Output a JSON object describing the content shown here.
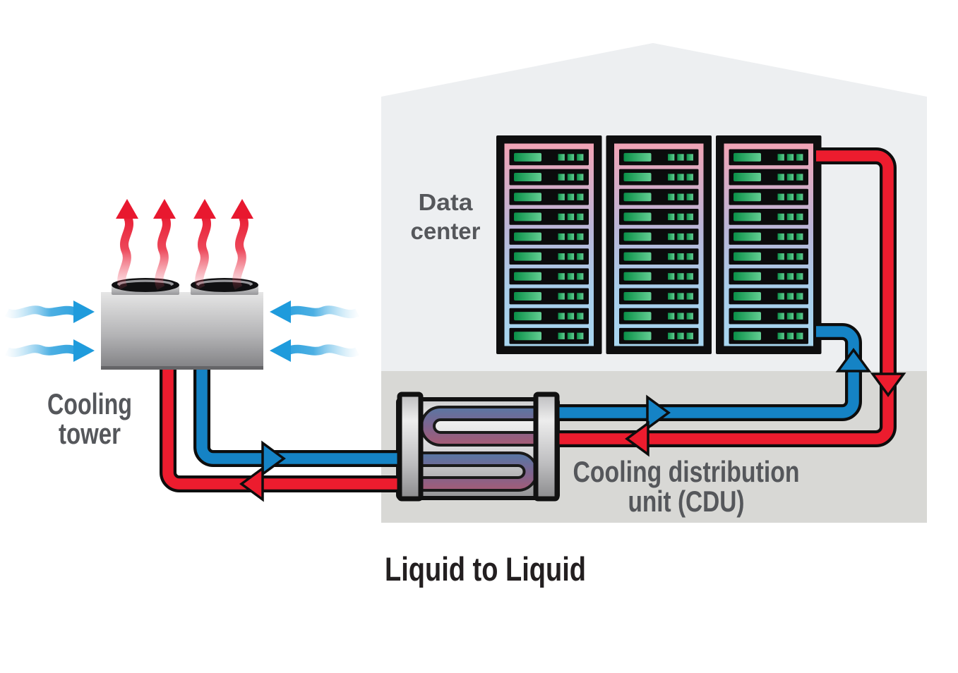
{
  "title": "Liquid to Liquid",
  "labels": {
    "data_center": {
      "line1": "Data",
      "line2": "center"
    },
    "cooling_tower": {
      "line1": "Cooling",
      "line2": "tower"
    },
    "cdu": {
      "line1": "Cooling distribution",
      "line2": "unit (CDU)"
    }
  },
  "data_center": {
    "rack_count": 3,
    "units_per_rack": 10,
    "leds_per_unit": 3
  },
  "cooling_tower": {
    "fan_count": 2,
    "heat_arrow_count": 4,
    "air_arrow_count_left": 2,
    "air_arrow_count_right": 2
  },
  "colors": {
    "pipe_hot_red": "#ec1c2e",
    "pipe_cold_blue": "#1583c5",
    "heat_arrow_red": "#e8182f",
    "air_arrow_blue": "#1f9bdc",
    "pipe_outline": "#0d0d0d",
    "label_gray": "#55575b",
    "title_black": "#231f20",
    "house_wall": "#edeff1",
    "raised_floor": "#d8d8d5",
    "rack_gradient_top": "#f1a4b6",
    "rack_gradient_mid": "#bab5d7",
    "rack_gradient_bottom": "#a8d6f0",
    "server_black": "#0b0b0c",
    "led_green_dark": "#0a8f47",
    "led_green_light": "#63ce93",
    "coil_cold_end": "#5279a6",
    "coil_hot_end": "#ab5a71"
  }
}
